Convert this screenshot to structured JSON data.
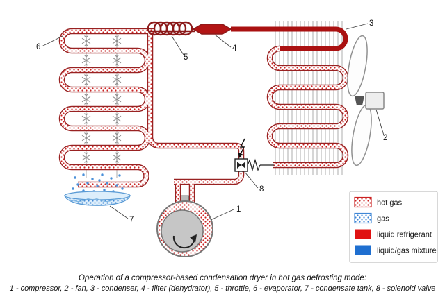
{
  "diagram": {
    "callouts": [
      "1",
      "2",
      "3",
      "4",
      "5",
      "6",
      "7",
      "8"
    ]
  },
  "legend": {
    "items": [
      {
        "label": "hot gas"
      },
      {
        "label": "gas"
      },
      {
        "label": "liquid refrigerant"
      },
      {
        "label": "liquid/gas mixture"
      }
    ]
  },
  "caption": {
    "line1": "Operation of a compressor-based condensation dryer in hot gas defrosting mode:",
    "line2": "1 - compressor, 2 - fan, 3 - condenser, 4 - filter (dehydrator), 5 - throttle, 6 - evaporator, 7 - condensate tank, 8 - solenoid valve"
  },
  "colors": {
    "hot_gas_dot": "#cc2222",
    "gas_dot": "#3f87d6",
    "pipe_outline": "#992222",
    "liquid_refrigerant": "#e01212",
    "liquid_gas_mixture": "#1f6fd0"
  }
}
